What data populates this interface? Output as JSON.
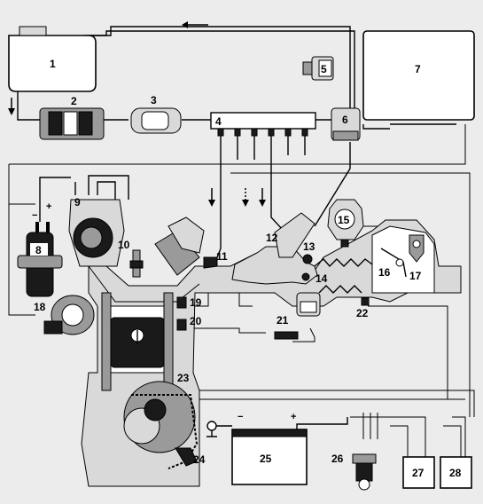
{
  "components": [
    {
      "id": "1",
      "label": "1"
    },
    {
      "id": "2",
      "label": "2"
    },
    {
      "id": "3",
      "label": "3"
    },
    {
      "id": "4",
      "label": "4"
    },
    {
      "id": "5",
      "label": "5"
    },
    {
      "id": "6",
      "label": "6"
    },
    {
      "id": "7",
      "label": "7"
    },
    {
      "id": "8",
      "label": "8"
    },
    {
      "id": "9",
      "label": "9"
    },
    {
      "id": "10",
      "label": "10"
    },
    {
      "id": "11",
      "label": "11"
    },
    {
      "id": "12",
      "label": "12"
    },
    {
      "id": "13",
      "label": "13"
    },
    {
      "id": "14",
      "label": "14"
    },
    {
      "id": "15",
      "label": "15"
    },
    {
      "id": "16",
      "label": "16"
    },
    {
      "id": "17",
      "label": "17"
    },
    {
      "id": "18",
      "label": "18"
    },
    {
      "id": "19",
      "label": "19"
    },
    {
      "id": "20",
      "label": "20"
    },
    {
      "id": "21",
      "label": "21"
    },
    {
      "id": "22",
      "label": "22"
    },
    {
      "id": "23",
      "label": "23"
    },
    {
      "id": "24",
      "label": "24"
    },
    {
      "id": "25",
      "label": "25"
    },
    {
      "id": "26",
      "label": "26"
    },
    {
      "id": "27",
      "label": "27"
    },
    {
      "id": "28",
      "label": "28"
    }
  ],
  "battery": {
    "minus": "−",
    "plus": "+"
  },
  "coil": {
    "minus": "−",
    "plus": "+"
  }
}
